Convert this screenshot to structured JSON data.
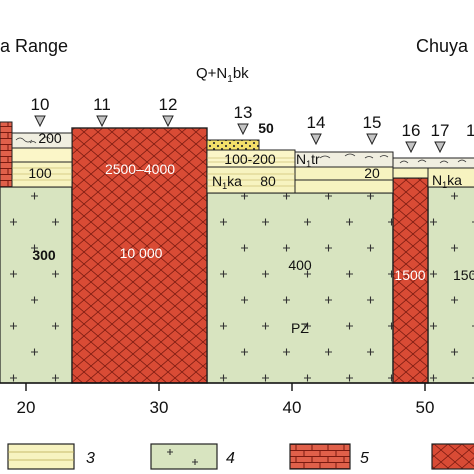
{
  "headers": {
    "left": "a Range",
    "right": "Chuya"
  },
  "stations": [
    "10",
    "11",
    "12",
    "13",
    "14",
    "15",
    "16",
    "17",
    "1"
  ],
  "formation_labels": {
    "q_n1bk_base": "Q+N",
    "q_n1bk_sub": "1",
    "q_n1bk_suffix": "bk",
    "n1tr_base": "N",
    "n1tr_sub": "1",
    "n1tr_suffix": "tr",
    "n1ka_base": "N",
    "n1ka_sub": "1",
    "n1ka_suffix": "ka"
  },
  "value_labels": {
    "v200_left": "200",
    "v100_left": "100",
    "v300": "300",
    "v2500_4000": "2500–4000",
    "v10000": "10 000",
    "v50": "50",
    "v100_200": "100-200",
    "v80": "80",
    "v400": "400",
    "vPZ": "PZ",
    "v20": "20",
    "v1500": "1500",
    "v150_partial": "150"
  },
  "axis_ticks": [
    "20",
    "30",
    "40",
    "50"
  ],
  "legend": [
    {
      "number": "3",
      "pattern": "horizontal-lines",
      "color": "#f7f3c0"
    },
    {
      "number": "4",
      "pattern": "crosses",
      "color": "#d8e4c0"
    },
    {
      "number": "5",
      "pattern": "brick",
      "color": "#e0604a"
    },
    {
      "number": "",
      "pattern": "crosshatch",
      "color": "#d94b35"
    }
  ],
  "colors": {
    "basement_green": "#d8e4c0",
    "red_block": "#d94b35",
    "sediment_yellow": "#f7f3c0",
    "upper_yellow": "#fbf6c8",
    "conglomerate": "#eaeaea",
    "brick": "#e0604a"
  }
}
